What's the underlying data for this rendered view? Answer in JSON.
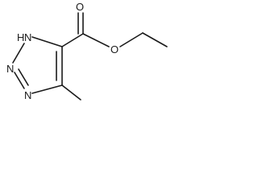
{
  "molecule": {
    "atoms": {
      "nh": "H",
      "n_upper": "N",
      "n_lower_left": "N",
      "n_lower_right": "N",
      "o_carbonyl": "O",
      "o_ester": "O"
    }
  }
}
